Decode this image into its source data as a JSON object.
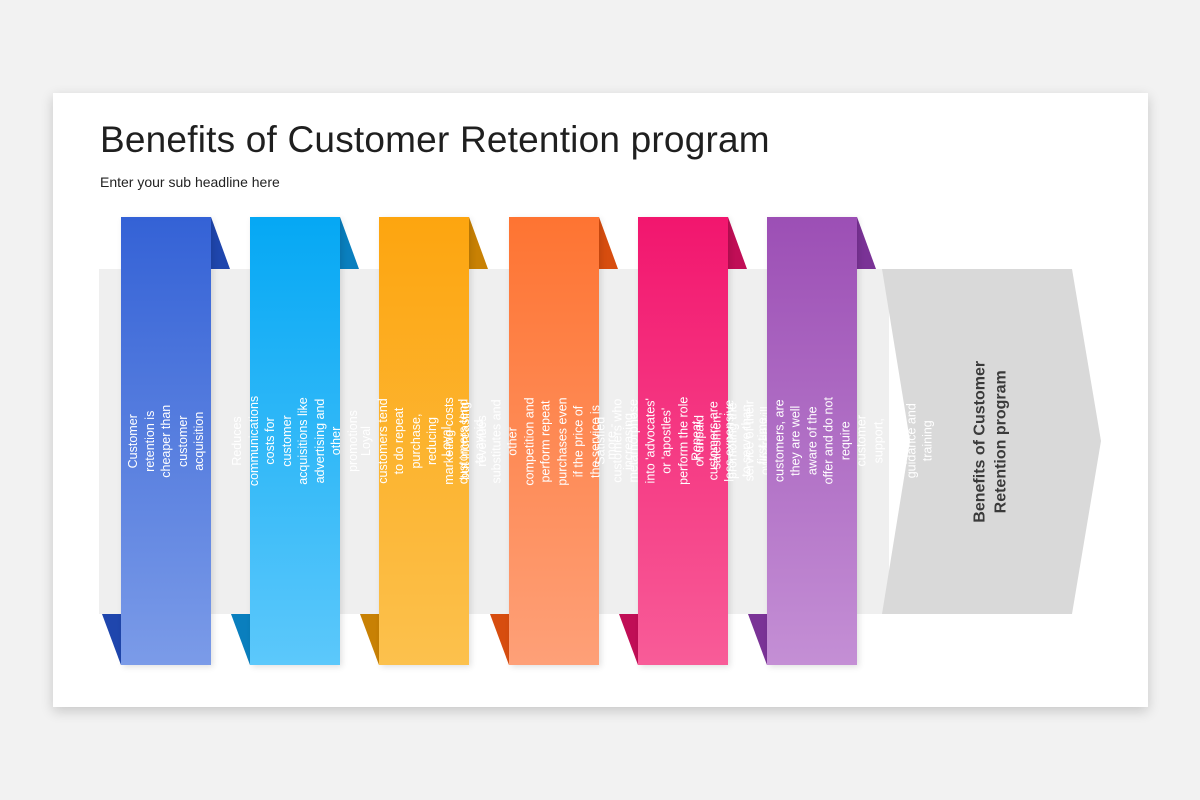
{
  "title": "Benefits of Customer Retention program",
  "subtitle": "Enter your sub headline here",
  "arrow_label": "Benefits of Customer Retention program",
  "items": [
    {
      "text": "Customer retention is cheaper than customer acquisition",
      "color_top": "#3462d6",
      "color_bottom": "#7b9be8",
      "fold_color": "#1f46ad"
    },
    {
      "text": "Reduces communications costs for customer acquisitions like advertising and other promotions",
      "color_top": "#05a8f4",
      "color_bottom": "#5cc8fb",
      "fold_color": "#0a7fbe"
    },
    {
      "text": "Loyal customers tend to do repeat purchase, reducing marketing costs but increasing revenues",
      "color_top": "#fda50f",
      "color_bottom": "#fcc14d",
      "fold_color": "#c88104"
    },
    {
      "text": "Loyal customers tend to avoid substitutes and other competition and perform repeat purchases even if the price of the service is more - increasing revenue and profit",
      "color_top": "#fe7432",
      "color_bottom": "#fea078",
      "fold_color": "#d74d0f"
    },
    {
      "text": "Satisfied customers who metamorphose into 'advocates' or 'apostles' perform the role of unpaid salesmen, promoting the service of their own free will",
      "color_top": "#f2166e",
      "color_bottom": "#f85c98",
      "fold_color": "#c00e56"
    },
    {
      "text": "Repeat customers are less expensive to serve than first time customers, are they are well aware of the offer and do not require customer support, education, guidance and training",
      "color_top": "#9c4fb5",
      "color_bottom": "#c48fd5",
      "fold_color": "#7a3396"
    }
  ]
}
